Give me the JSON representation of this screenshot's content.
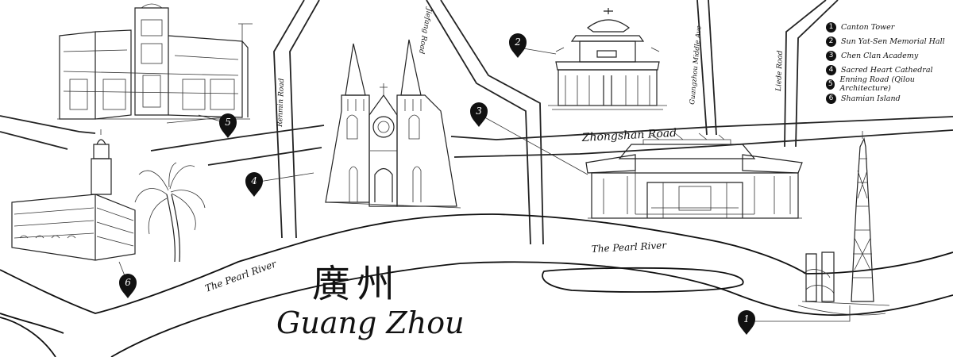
{
  "map": {
    "title_cn": "廣州",
    "title_en": "Guang Zhou",
    "roads": {
      "zhongshan": "Zhongshan Road",
      "renmin": "Renmin Road",
      "jiefang": "Jiefang Road",
      "guangzhou_middle": "Guangzhou Middle Ave",
      "liede": "Liede Road"
    },
    "rivers": {
      "pearl_left": "The Pearl River",
      "pearl_right": "The Pearl River"
    },
    "legend": [
      {
        "num": "1",
        "label": "Canton Tower"
      },
      {
        "num": "2",
        "label": "Sun Yat-Sen Memorial Hall"
      },
      {
        "num": "3",
        "label": "Chen Clan Academy"
      },
      {
        "num": "4",
        "label": "Sacred Heart Cathedral"
      },
      {
        "num": "5",
        "label": "Enning Road (Qilou Architecture)"
      },
      {
        "num": "6",
        "label": "Shamian Island"
      }
    ],
    "markers": [
      "1",
      "2",
      "3",
      "4",
      "5",
      "6"
    ]
  }
}
